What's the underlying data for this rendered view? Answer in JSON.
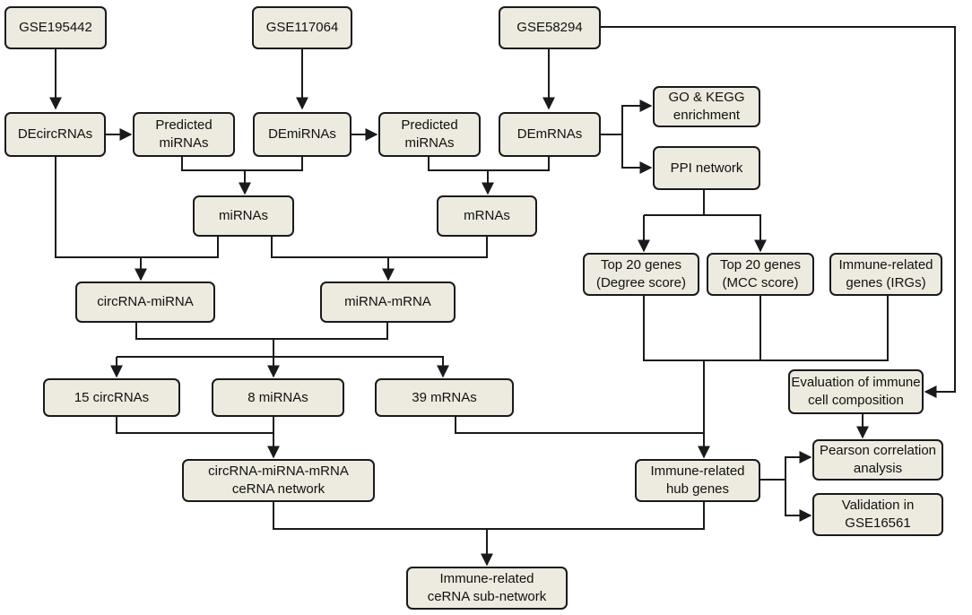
{
  "diagram": {
    "nodes": {
      "gse195442": {
        "lines": [
          "GSE195442"
        ]
      },
      "gse117064": {
        "lines": [
          "GSE117064"
        ]
      },
      "gse58294": {
        "lines": [
          "GSE58294"
        ]
      },
      "decircrnas": {
        "lines": [
          "DEcircRNAs"
        ]
      },
      "pred1": {
        "lines": [
          "Predicted",
          "miRNAs"
        ]
      },
      "demirnas": {
        "lines": [
          "DEmiRNAs"
        ]
      },
      "pred2": {
        "lines": [
          "Predicted",
          "miRNAs"
        ]
      },
      "demrnas": {
        "lines": [
          "DEmRNAs"
        ]
      },
      "gokegg": {
        "lines": [
          "GO & KEGG",
          "enrichment"
        ]
      },
      "ppi": {
        "lines": [
          "PPI network"
        ]
      },
      "mirnas": {
        "lines": [
          "miRNAs"
        ]
      },
      "mrnas": {
        "lines": [
          "mRNAs"
        ]
      },
      "top20deg": {
        "lines": [
          "Top 20 genes",
          "(Degree score)"
        ]
      },
      "top20mcc": {
        "lines": [
          "Top 20 genes",
          "(MCC score)"
        ]
      },
      "irgs": {
        "lines": [
          "Immune-related",
          "genes (IRGs)"
        ]
      },
      "circmi": {
        "lines": [
          "circRNA-miRNA"
        ]
      },
      "mim": {
        "lines": [
          "miRNA-mRNA"
        ]
      },
      "circ15": {
        "lines": [
          "15 circRNAs"
        ]
      },
      "mi8": {
        "lines": [
          "8 miRNAs"
        ]
      },
      "m39": {
        "lines": [
          "39 mRNAs"
        ]
      },
      "evalimm": {
        "lines": [
          "Evaluation of immune",
          "cell composition"
        ]
      },
      "cerna": {
        "lines": [
          "circRNA-miRNA-mRNA",
          "ceRNA network"
        ]
      },
      "hub": {
        "lines": [
          "Immune-related",
          "hub genes"
        ]
      },
      "pearson": {
        "lines": [
          "Pearson correlation",
          "analysis"
        ]
      },
      "valid": {
        "lines": [
          "Validation in",
          "GSE16561"
        ]
      },
      "subnet": {
        "lines": [
          "Immune-related",
          "ceRNA sub-network"
        ]
      }
    },
    "colors": {
      "box_fill": "#edeae0",
      "line": "#1a1a1a"
    }
  }
}
